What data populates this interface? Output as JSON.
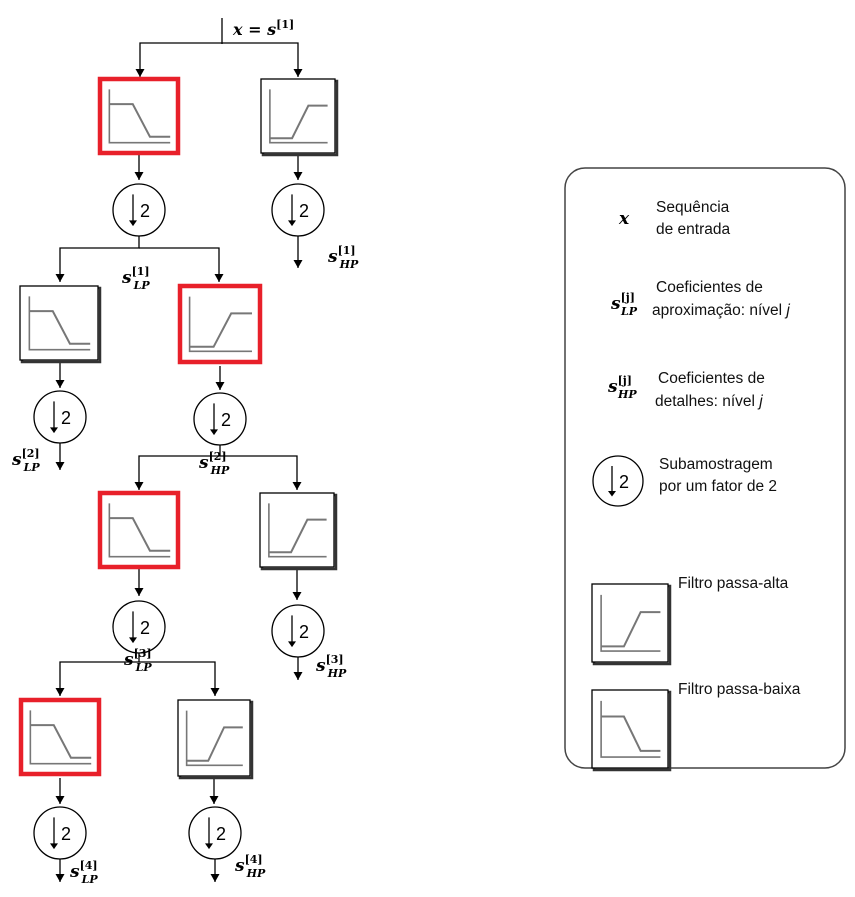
{
  "diagram": {
    "input_label": {
      "var": "x",
      "eq": " = ",
      "sym": "s",
      "sup": "[1]"
    },
    "downsample_factor": "2",
    "signal_labels": [
      {
        "sym": "s",
        "sub": "LP",
        "sup": "[1]"
      },
      {
        "sym": "s",
        "sub": "HP",
        "sup": "[1]"
      },
      {
        "sym": "s",
        "sub": "LP",
        "sup": "[2]"
      },
      {
        "sym": "s",
        "sub": "HP",
        "sup": "[2]"
      },
      {
        "sym": "s",
        "sub": "LP",
        "sup": "[3]"
      },
      {
        "sym": "s",
        "sub": "HP",
        "sup": "[3]"
      },
      {
        "sym": "s",
        "sub": "LP",
        "sup": "[4]"
      },
      {
        "sym": "s",
        "sub": "HP",
        "sup": "[4]"
      }
    ],
    "highlight_color": "#e8202a"
  },
  "legend": {
    "x_symbol": "x",
    "x_text_1": "Sequência",
    "x_text_2": "de entrada",
    "lp_symbol": {
      "sym": "s",
      "sub": "LP",
      "sup": "[j]"
    },
    "lp_text_1": "Coeficientes de",
    "lp_text_2": "aproximação: nível ",
    "hp_symbol": {
      "sym": "s",
      "sub": "HP",
      "sup": "[j]"
    },
    "hp_text_1": "Coeficientes de",
    "hp_text_2": "detalhes: nível ",
    "level_var": "j",
    "down_factor": "2",
    "down_text_1": "Subamostragem",
    "down_text_2": "por um fator de 2",
    "highpass_text": "Filtro passa-alta",
    "lowpass_text": "Filtro passa-baixa"
  }
}
